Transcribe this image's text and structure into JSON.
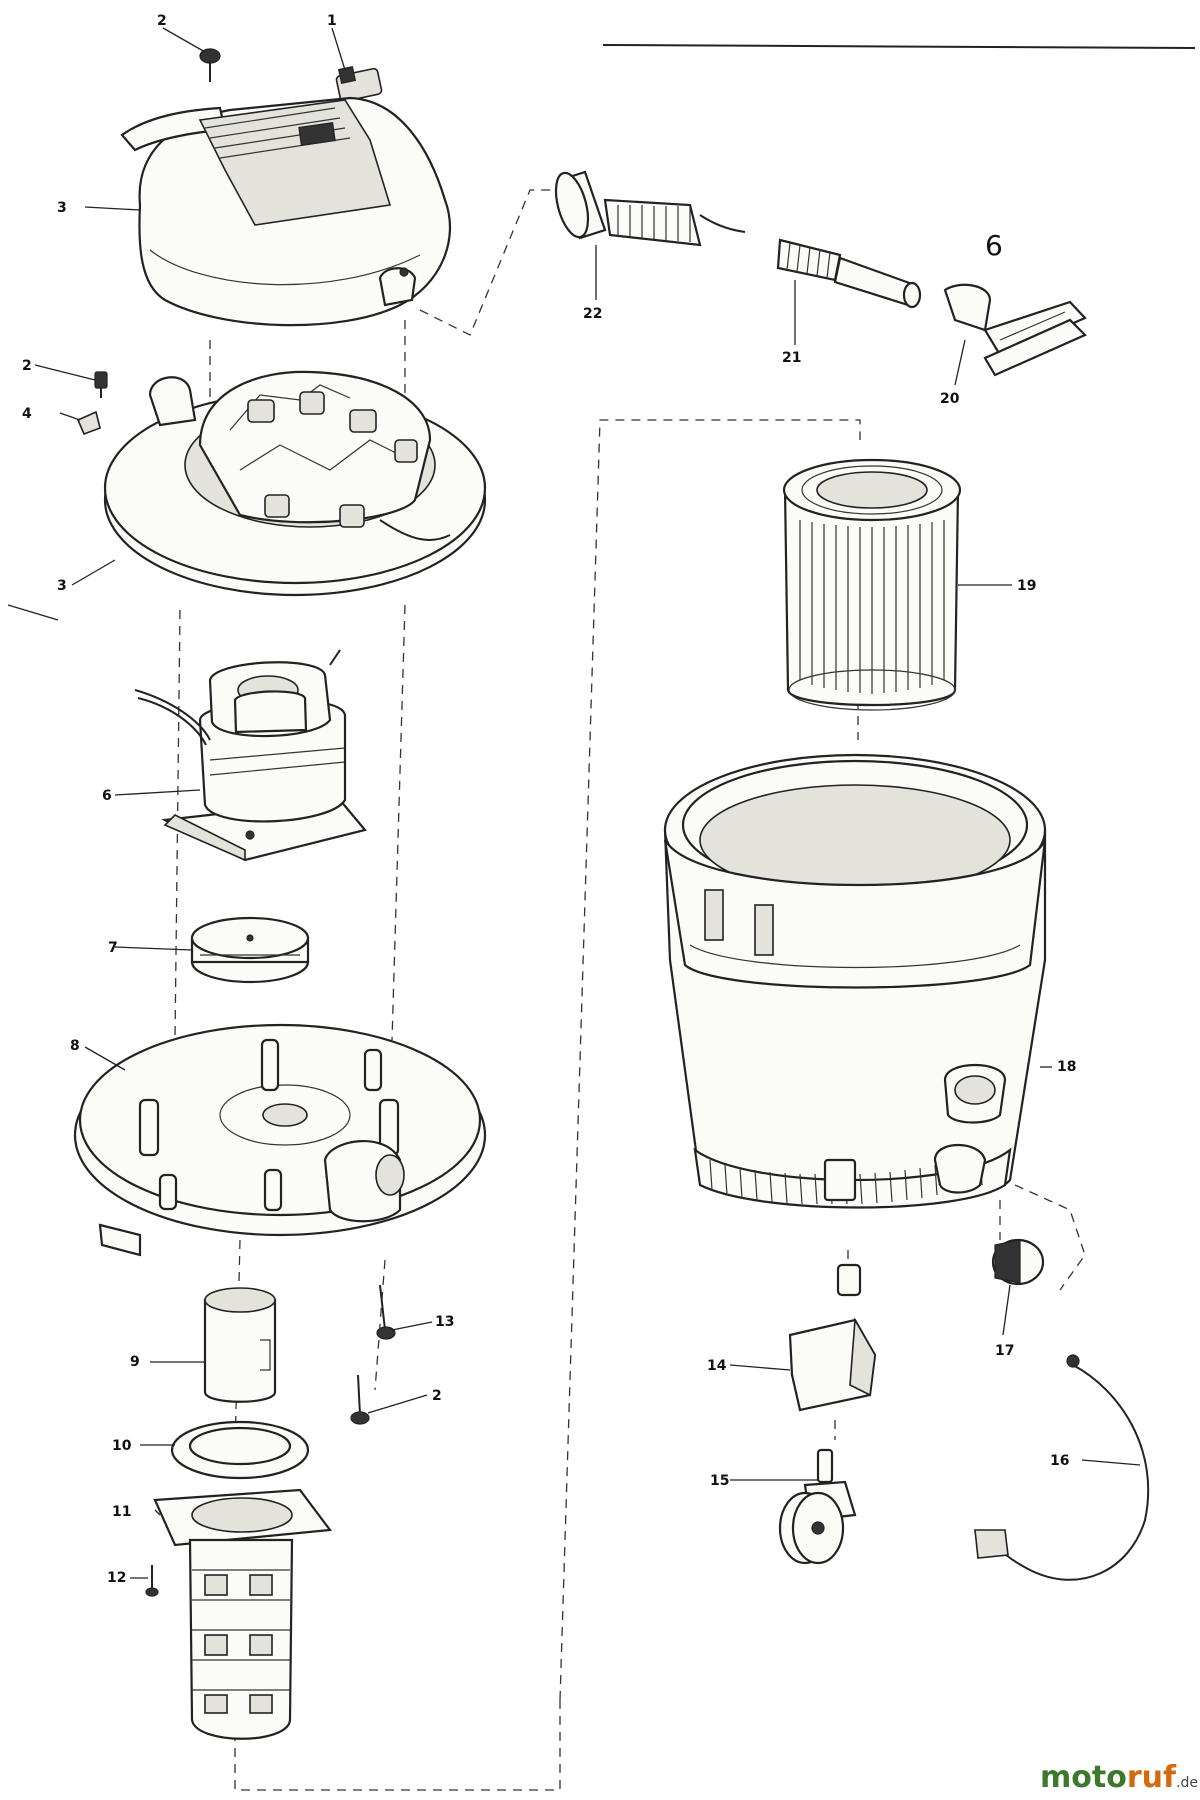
{
  "callouts": {
    "c1": "1",
    "c2_top": "2",
    "c3_top": "3",
    "c2_mid": "2",
    "c4": "4",
    "c3_mid": "3",
    "c6": "6",
    "c7": "7",
    "c8": "8",
    "c9": "9",
    "c13": "13",
    "c2_bot": "2",
    "c10": "10",
    "c11": "11",
    "c12": "12",
    "c22": "22",
    "c21": "21",
    "c20": "20",
    "c_hand": "6",
    "c19": "19",
    "c18": "18",
    "c17": "17",
    "c14": "14",
    "c15": "15",
    "c16": "16"
  },
  "watermark": {
    "part_a": "moto",
    "part_b": "ruf",
    "suffix": ".de"
  }
}
